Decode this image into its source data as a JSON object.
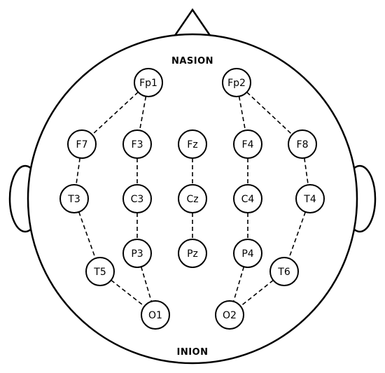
{
  "landmarks": {
    "top": "NASION",
    "bottom": "INION"
  },
  "electrodes": [
    {
      "id": "Fp1",
      "label": "Fp1"
    },
    {
      "id": "Fp2",
      "label": "Fp2"
    },
    {
      "id": "F7",
      "label": "F7"
    },
    {
      "id": "F3",
      "label": "F3"
    },
    {
      "id": "Fz",
      "label": "Fz"
    },
    {
      "id": "F4",
      "label": "F4"
    },
    {
      "id": "F8",
      "label": "F8"
    },
    {
      "id": "T3",
      "label": "T3"
    },
    {
      "id": "C3",
      "label": "C3"
    },
    {
      "id": "Cz",
      "label": "Cz"
    },
    {
      "id": "C4",
      "label": "C4"
    },
    {
      "id": "T4",
      "label": "T4"
    },
    {
      "id": "T5",
      "label": "T5"
    },
    {
      "id": "P3",
      "label": "P3"
    },
    {
      "id": "Pz",
      "label": "Pz"
    },
    {
      "id": "P4",
      "label": "P4"
    },
    {
      "id": "T6",
      "label": "T6"
    },
    {
      "id": "O1",
      "label": "O1"
    },
    {
      "id": "O2",
      "label": "O2"
    }
  ],
  "connections": [
    [
      "Fp1",
      "F7"
    ],
    [
      "F7",
      "T3"
    ],
    [
      "T3",
      "T5"
    ],
    [
      "T5",
      "O1"
    ],
    [
      "Fp1",
      "F3"
    ],
    [
      "F3",
      "C3"
    ],
    [
      "C3",
      "P3"
    ],
    [
      "P3",
      "O1"
    ],
    [
      "Fz",
      "Cz"
    ],
    [
      "Cz",
      "Pz"
    ],
    [
      "Fp2",
      "F4"
    ],
    [
      "F4",
      "C4"
    ],
    [
      "C4",
      "P4"
    ],
    [
      "P4",
      "O2"
    ],
    [
      "Fp2",
      "F8"
    ],
    [
      "F8",
      "T4"
    ],
    [
      "T4",
      "T6"
    ],
    [
      "T6",
      "O2"
    ]
  ]
}
